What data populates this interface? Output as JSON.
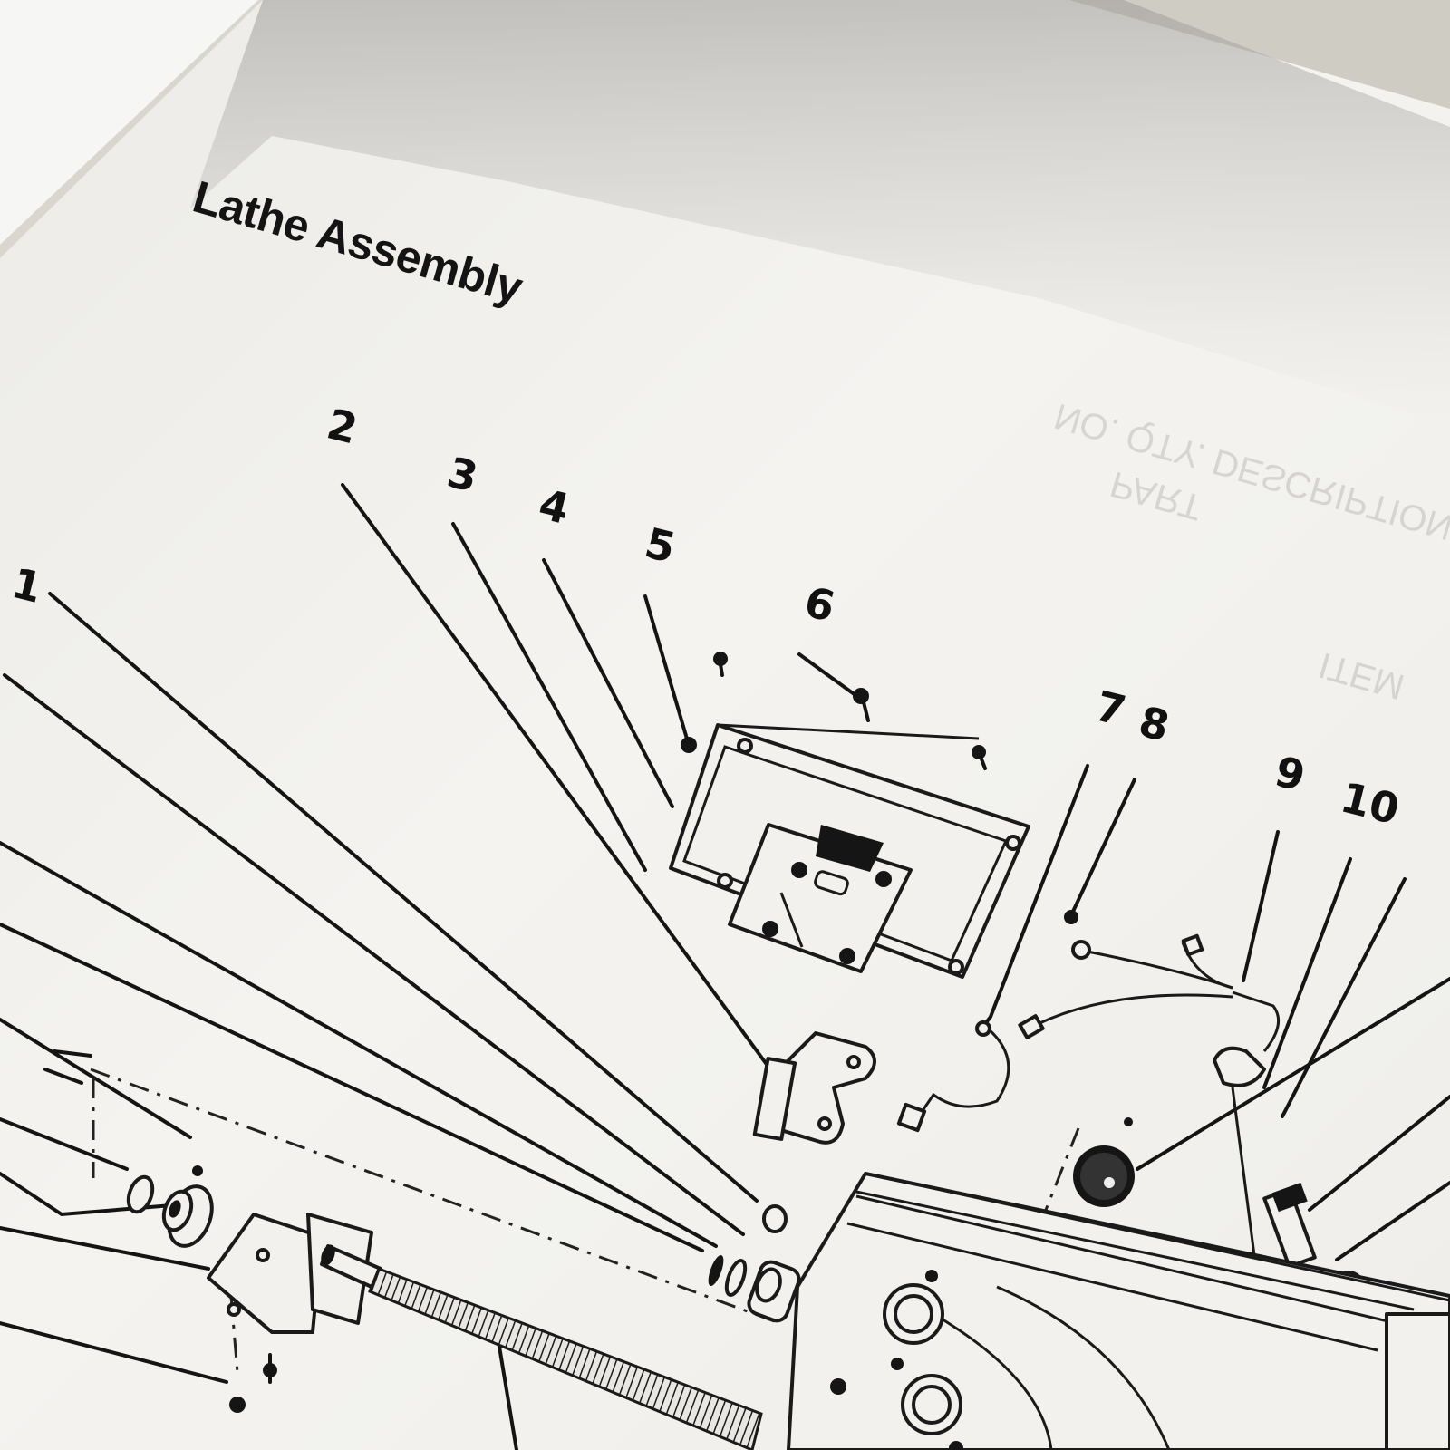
{
  "title": "Lathe Assembly",
  "callouts": [
    "1",
    "2",
    "3",
    "4",
    "5",
    "6",
    "7",
    "8",
    "9",
    "10"
  ],
  "bleed_through": {
    "header_line_1": "PART",
    "header_line_2": "NO. QTY. DESCRIPTION",
    "header_item": "ITEM"
  },
  "colors": {
    "paper": "#f2f1ee",
    "background": "#d9d6cf",
    "ink": "#141414"
  }
}
